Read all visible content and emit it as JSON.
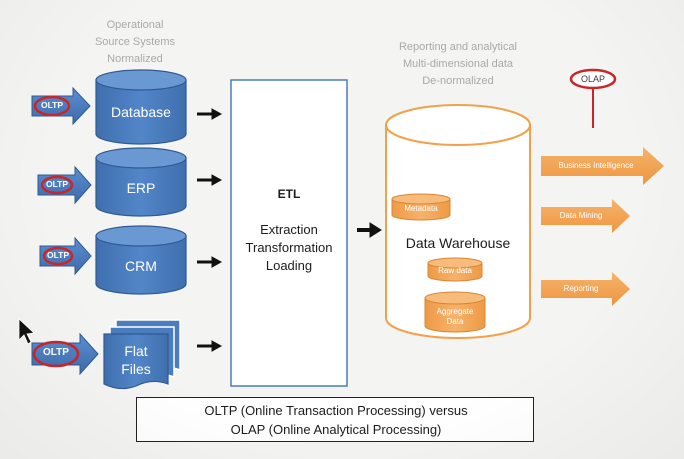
{
  "headers": {
    "source": [
      "Operational",
      "Source Systems",
      "Normalized"
    ],
    "reporting": [
      "Reporting and analytical",
      "Multi-dimensional data",
      "De-normalized"
    ]
  },
  "oltp_label": "OLTP",
  "sources": [
    "Database",
    "ERP",
    "CRM"
  ],
  "flat_files": [
    "Flat",
    "Files"
  ],
  "etl": {
    "title": "ETL",
    "lines": [
      "Extraction",
      "Transformation",
      "Loading"
    ]
  },
  "warehouse": {
    "title": "Data Warehouse",
    "metadata": "Metadata",
    "raw": "Raw data",
    "aggregate": [
      "Aggregate",
      "Data"
    ]
  },
  "olap_label": "OLAP",
  "outputs": [
    "Business Intelligence",
    "Data Mining",
    "Reporting"
  ],
  "caption": [
    "OLTP (Online Transaction Processing) versus",
    "OLAP (Online Analytical Processing)"
  ],
  "colors": {
    "blue": "#4a7dbd",
    "blue_dark": "#365f93",
    "orange": "#f2a14a",
    "red": "#c8262b"
  }
}
